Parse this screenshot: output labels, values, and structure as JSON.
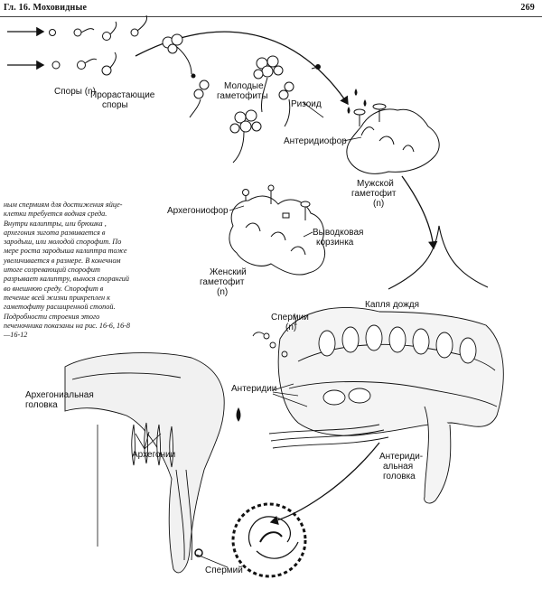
{
  "header": {
    "chapter": "Гл. 16. Моховидные",
    "page_number": "269"
  },
  "labels": {
    "spores": "Споры (n)",
    "germinating_spores_1": "Прорастающие",
    "germinating_spores_2": "споры",
    "young_gametophytes_1": "Молодые",
    "young_gametophytes_2": "гаметофиты",
    "rhizoid": "Ризоид",
    "antheridiophore": "Антеридиофор",
    "male_gametophyte_1": "Мужской",
    "male_gametophyte_2": "гаметофит",
    "male_gametophyte_3": "(n)",
    "archegoniophore": "Архегониофор",
    "gemma_cup_1": "Выводковая",
    "gemma_cup_2": "корзинка",
    "female_gametophyte_1": "Женский",
    "female_gametophyte_2": "гаметофит",
    "female_gametophyte_3": "(n)",
    "raindrop": "Капля дождя",
    "sperm_n_1": "Спермии",
    "sperm_n_2": "(n)",
    "antheridium": "Антеридии",
    "archegonial_head_1": "Архегониальная",
    "archegonial_head_2": "головка",
    "archegonia": "Архегонии",
    "antheridial_head_1": "Антериди-",
    "antheridial_head_2": "альная",
    "antheridial_head_3": "головка",
    "sperm": "Спермий"
  },
  "caption": "ным спермиям для достижения яйце-клетки требуется водная среда. Внутри калиптры, или брюшка , архегония зигота развивается в зародыш, или молодой спорофит. По мере роста зародыша калиптра тоже увеличивается в размере. В конечном итоге созревающий спорофит разрывает калиптру, вынося спорангий во внешнюю среду. Спорофит в течение всей жизни прикреплен к гаметофиту расширенной стопой. Подробности строения этого печеночника показаны на рис. 16-6, 16-8—16-12"
}
